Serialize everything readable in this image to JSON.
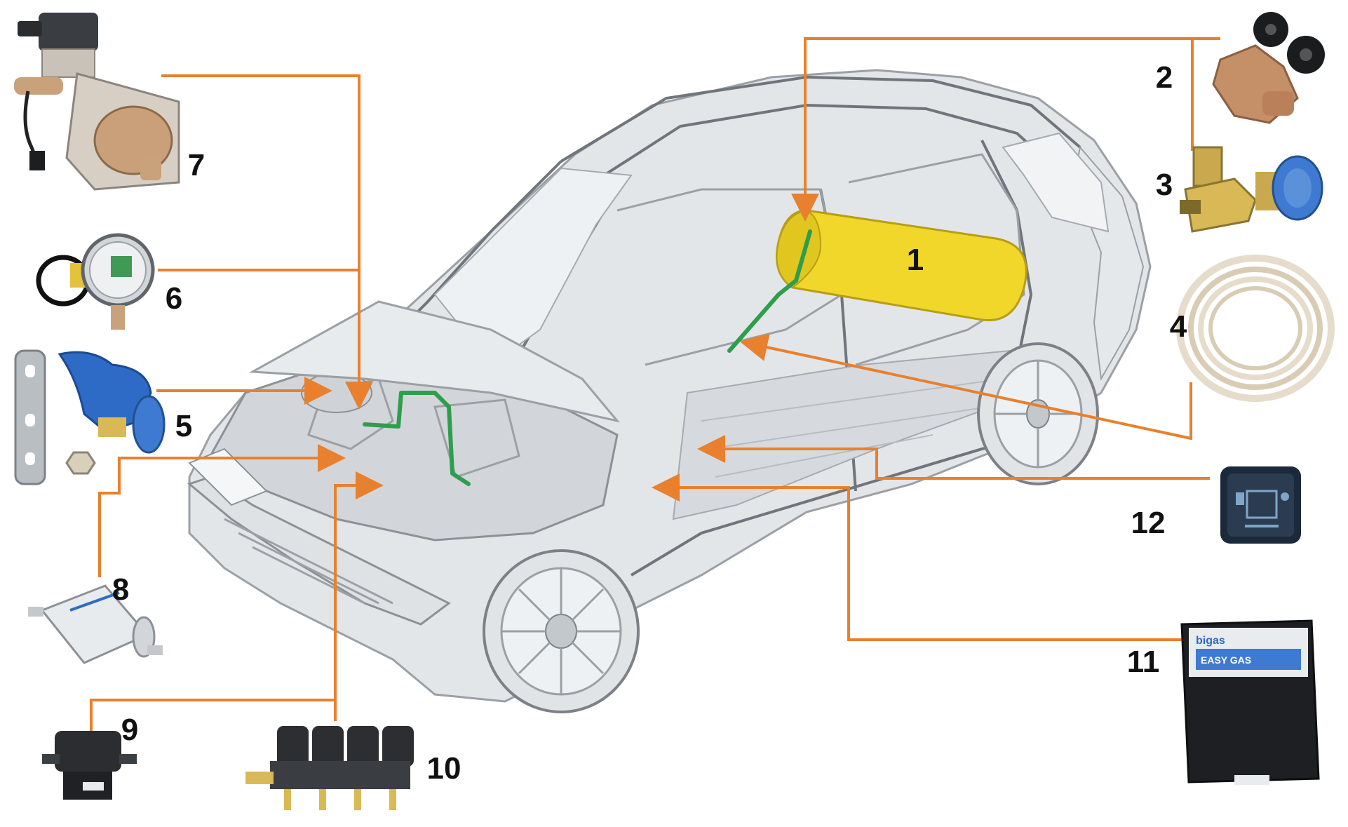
{
  "colors": {
    "leader": "#E8802E",
    "gas_pipe": "#2E9E4B",
    "tank": "#F2D72B",
    "car_body": "#D9DDE0",
    "component_metal": "#C9A27B",
    "component_blue": "#2E6BC7",
    "label_text": "#111111"
  },
  "labels": {
    "n1": "1",
    "n2": "2",
    "n3": "3",
    "n4": "4",
    "n5": "5",
    "n6": "6",
    "n7": "7",
    "n8": "8",
    "n9": "9",
    "n10": "10",
    "n11": "11",
    "n12": "12"
  },
  "components": [
    {
      "number": "1",
      "icon": "gas-tank-icon"
    },
    {
      "number": "2",
      "icon": "multivalve-fitting-icon"
    },
    {
      "number": "3",
      "icon": "filler-valve-icon"
    },
    {
      "number": "4",
      "icon": "copper-pipe-coil-icon"
    },
    {
      "number": "5",
      "icon": "fill-valve-bracket-icon"
    },
    {
      "number": "6",
      "icon": "pressure-gauge-icon"
    },
    {
      "number": "7",
      "icon": "reducer-solenoid-icon"
    },
    {
      "number": "8",
      "icon": "gas-filter-icon"
    },
    {
      "number": "9",
      "icon": "map-sensor-icon"
    },
    {
      "number": "10",
      "icon": "injector-rail-icon"
    },
    {
      "number": "11",
      "icon": "ecu-box-icon"
    },
    {
      "number": "12",
      "icon": "switch-panel-icon"
    }
  ],
  "ecu_text": {
    "brand": "bigas",
    "model": "EASY GAS"
  }
}
